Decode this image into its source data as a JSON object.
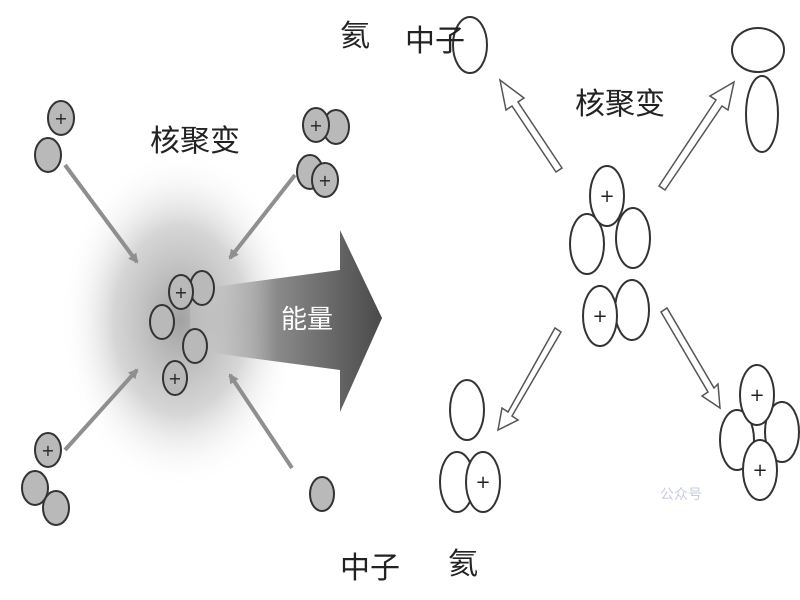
{
  "labels": {
    "fusion_left": "核聚变",
    "fusion_right": "核聚变",
    "energy": "能量",
    "neutron_left_bottom": "中子",
    "neutron_right_top": "中子",
    "helium_right_bottom": "氦",
    "helium_right_top": "氦"
  },
  "watermark": "公众号",
  "colors": {
    "nucleon_fill": "#b9b9b9",
    "nucleon_stroke": "#333333",
    "glow": "#bdbdbd",
    "energy_arrow": "#5c5c5c",
    "arrow_gray": "#8f8f8f"
  }
}
